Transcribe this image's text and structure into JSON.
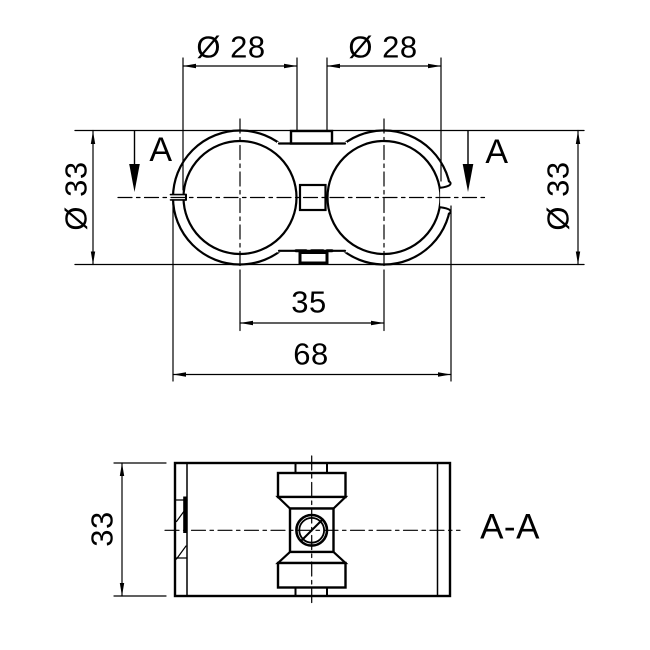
{
  "drawing": {
    "background_color": "#ffffff",
    "line_color": "#000000",
    "top_view": {
      "dim_dia28_left": "Ø 28",
      "dim_dia28_right": "Ø 28",
      "dim_dia33_left": "Ø 33",
      "dim_dia33_right": "Ø 33",
      "dim_center_distance": "35",
      "dim_overall_width": "68",
      "section_arrow_left": "A",
      "section_arrow_right": "A"
    },
    "section_view": {
      "dim_height": "33",
      "section_label": "A-A"
    }
  }
}
